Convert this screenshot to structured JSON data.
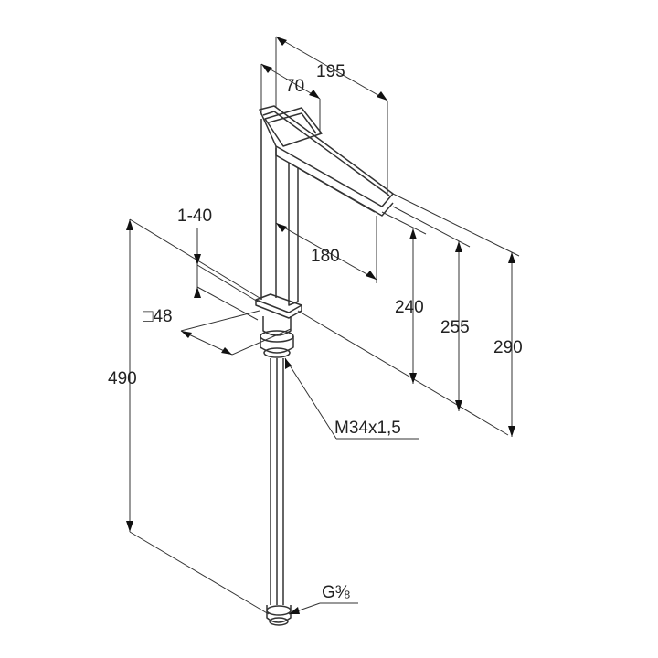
{
  "diagram": {
    "dimensions": {
      "d195": "195",
      "d70": "70",
      "d1_40": "1-40",
      "d180": "180",
      "d48": "□48",
      "d240": "240",
      "d255": "255",
      "d290": "290",
      "d490": "490",
      "thread_m34": "M34x1,5",
      "thread_g38": "G⅜"
    },
    "colors": {
      "line": "#333333",
      "arrow": "#111111",
      "text": "#222222"
    }
  }
}
